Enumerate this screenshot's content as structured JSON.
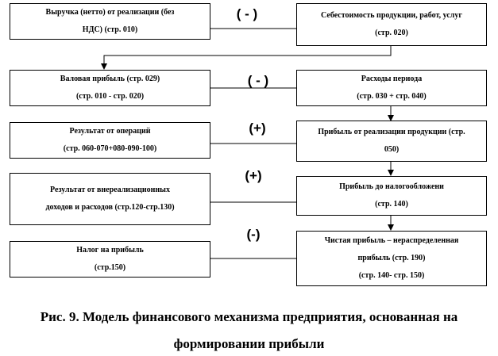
{
  "left_boxes": [
    {
      "lines": [
        "Выручка (нетто) от реализации (без",
        "НДС) (стр. 010)"
      ]
    },
    {
      "lines": [
        "Валовая прибыль (стр. 029)",
        "(стр. 010 - стр. 020)"
      ]
    },
    {
      "lines": [
        "Результат от операций",
        "(стр. 060-070+080-090-100)"
      ]
    },
    {
      "lines": [
        "Результат от внереализационных",
        "доходов и расходов (стр.120-стр.130)"
      ]
    },
    {
      "lines": [
        "Налог на прибыль",
        "(стр.150)"
      ]
    }
  ],
  "right_boxes": [
    {
      "lines": [
        "Себестоимость продукции, работ, услуг",
        "(стр. 020)"
      ]
    },
    {
      "lines": [
        "Расходы периода",
        "(стр. 030 + стр. 040)"
      ]
    },
    {
      "lines": [
        "Прибыль от реализации продукции (стр.",
        "050)"
      ]
    },
    {
      "lines": [
        "Прибыль до налогообложени",
        "(стр. 140)"
      ]
    },
    {
      "lines": [
        "Чистая прибыль – нераспределенная",
        "прибыль (стр. 190)",
        "(стр. 140- стр. 150)"
      ]
    }
  ],
  "operators": [
    "( - )",
    "( - )",
    "(+)",
    "(+)",
    "(-)"
  ],
  "caption": {
    "line1": "Рис. 9. Модель финансового механизма предприятия, основанная на",
    "line2": "формировании прибыли"
  }
}
